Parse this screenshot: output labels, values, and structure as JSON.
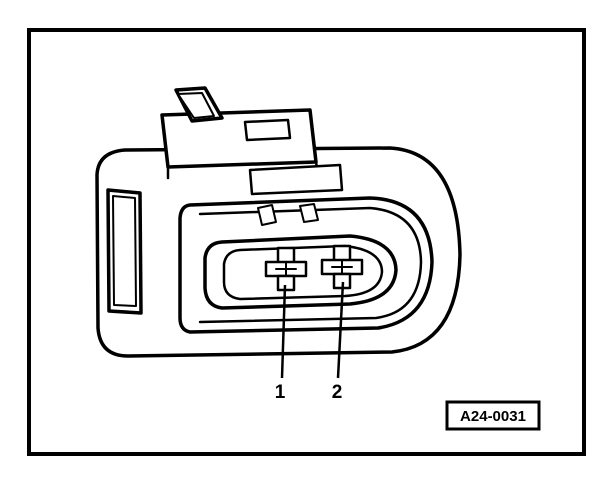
{
  "diagram": {
    "callouts": [
      {
        "label": "1"
      },
      {
        "label": "2"
      }
    ],
    "figure_reference": "A24-0031",
    "colors": {
      "ink": "#000000",
      "paper": "#ffffff"
    }
  }
}
